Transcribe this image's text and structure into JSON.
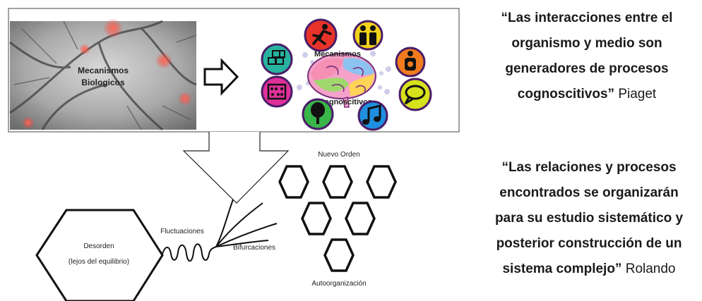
{
  "left_panel": {
    "label_line1": "Mecanismos",
    "label_line2": "Biologicos"
  },
  "center_panel": {
    "label_top": "Mecanismos",
    "label_bottom": "cognoscitivos",
    "icons": [
      "running-person-icon",
      "two-people-icon",
      "hourglass-person-icon",
      "speech-bubble-icon",
      "music-note-icon",
      "tree-icon",
      "abacus-icon",
      "cubes-icon"
    ]
  },
  "diagram": {
    "nuevo_orden": "Nuevo Orden",
    "desorden": "Desorden",
    "equilibrio": "(lejos del equilibrio)",
    "fluctuaciones": "Fluctuaciones",
    "bifurcaciones": "Bifurcaciones",
    "autoorganizacion": "Autoorganización"
  },
  "quotes": [
    {
      "lines": [
        "“Las interacciones entre el",
        "organismo y medio son",
        "generadores de procesos",
        "cognoscitivos”"
      ],
      "author": "Piaget"
    },
    {
      "lines": [
        "“Las relaciones y procesos",
        "encontrados se organizarán",
        "para su estudio sistemático y",
        "posterior construcción de un",
        "sistema complejo”"
      ],
      "author": "Rolando"
    }
  ],
  "colors": {
    "icon_red": "#e8332a",
    "icon_yellow": "#f2d21b",
    "icon_orange": "#f07c1f",
    "icon_lime": "#d6e21c",
    "icon_blue": "#1f8fe0",
    "icon_green": "#3ab54a",
    "icon_magenta": "#e0309a",
    "icon_teal": "#27b3a0"
  }
}
